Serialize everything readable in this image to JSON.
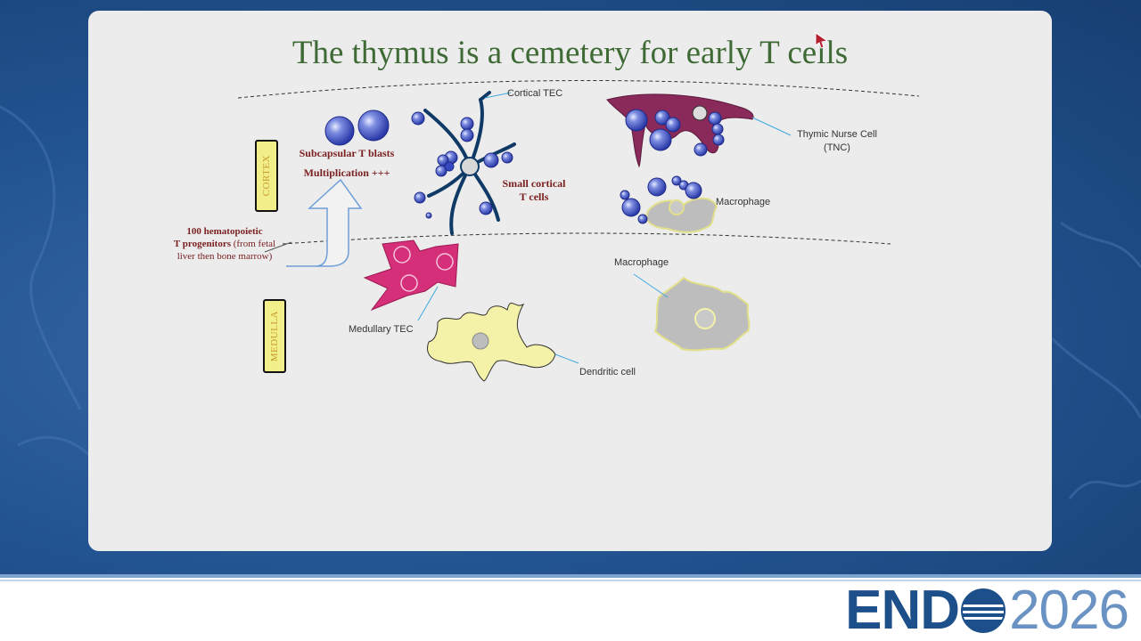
{
  "slide": {
    "title": "The thymus is a cemetery for early T cells"
  },
  "zones": {
    "cortex": "CORTEX",
    "medulla": "MEDULLA"
  },
  "labels": {
    "subcapsular_line1": "Subcapsular T blasts",
    "subcapsular_line2": "Multiplication +++",
    "small_cortical_line1": "Small cortical",
    "small_cortical_line2": "T cells",
    "progenitor_bold_line1": "100 hematopoietic",
    "progenitor_bold_line2": "T progenitors",
    "progenitor_rest_line2": " (from fetal",
    "progenitor_line3": "liver then bone marrow)",
    "cortical_tec": "Cortical TEC",
    "thymic_nurse_line1": "Thymic Nurse Cell",
    "thymic_nurse_line2": "(TNC)",
    "macrophage_cortex": "Macrophage",
    "macrophage_medulla": "Macrophage",
    "medullary_tec": "Medullary TEC",
    "dendritic_cell": "Dendritic cell"
  },
  "colors": {
    "title": "#3f6a35",
    "t_cell": "#4a5fc9",
    "cortical_tec": "#0f3a66",
    "nurse_cell": "#8a2a5a",
    "medullary_tec": "#d62f7a",
    "dendritic": "#f4f2a8",
    "macrophage": "#bdbdbd",
    "arrow": "#6f9fd8",
    "label_red": "#7a1f1f",
    "zone_fill": "#f2ef8a"
  },
  "footer": {
    "brand_left": "END",
    "brand_year": "2026",
    "icons": [
      "globe-icon"
    ]
  }
}
